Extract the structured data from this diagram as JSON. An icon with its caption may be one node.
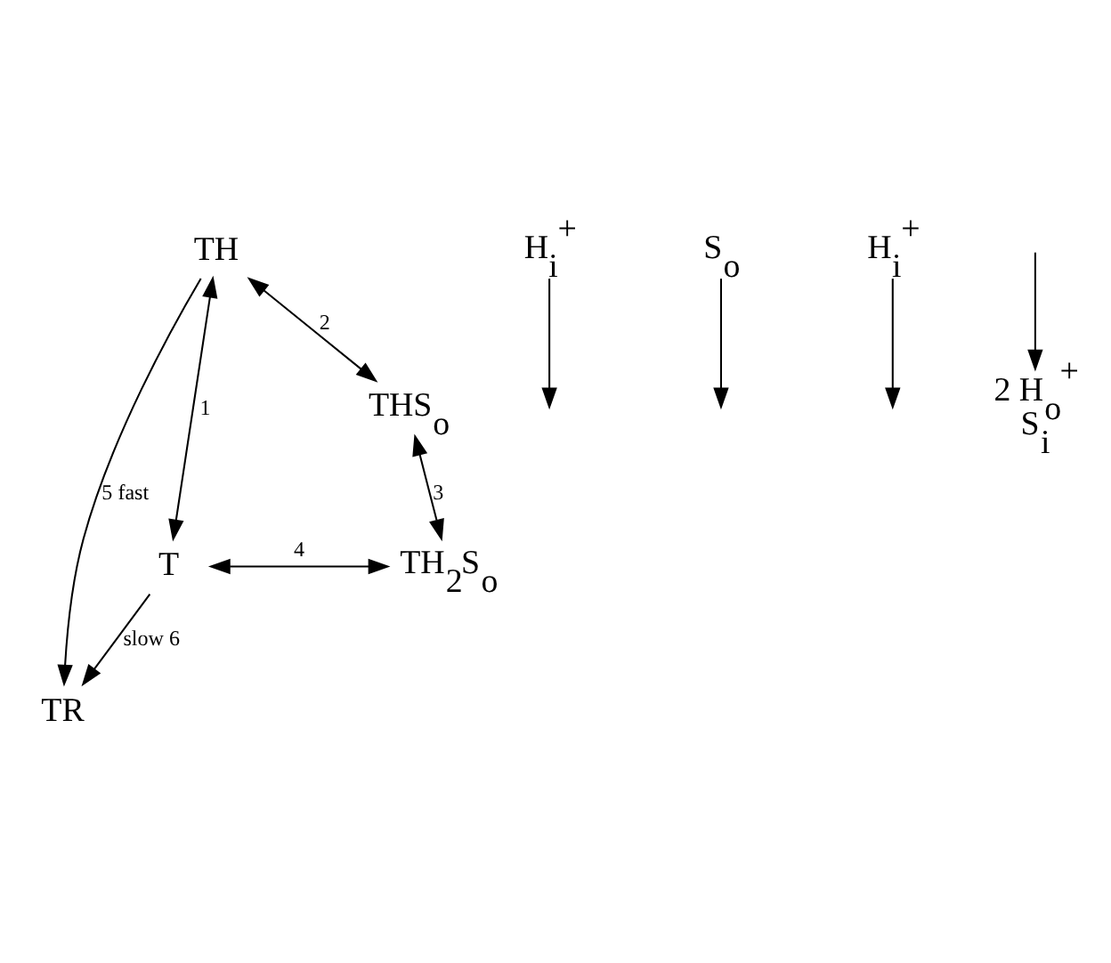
{
  "diagram": {
    "nodes": [
      {
        "text": [
          "TH"
        ]
      },
      {
        "text": [
          "H$_{i}$$^{+}$"
        ]
      },
      {
        "text": [
          "S$_{o}$"
        ]
      },
      {
        "text": [
          "THS$_{o}$"
        ]
      },
      {
        "text": [
          "TR"
        ]
      },
      {
        "text": [
          "H$_{i}$$^{+}$"
        ]
      },
      {
        "text": [
          "T"
        ]
      },
      {
        "text": [
          "TH$_{2}$S$_{o}$"
        ]
      },
      {
        "text": [
          "2 H$_{o}$$^{+}$",
          "S$_{i}$"
        ]
      }
    ],
    "edges": [
      {
        "from": 6,
        "to": 0,
        "arrow": "both",
        "label": "1"
      },
      {
        "from": 0,
        "to": 4,
        "arrow": "to",
        "label": "5 fast"
      },
      {
        "from": 0,
        "to": 3,
        "arrow": "both",
        "label": "2"
      },
      {
        "from": 3,
        "to": 7,
        "arrow": "both",
        "label": "3"
      },
      {
        "from": 6,
        "to": 7,
        "arrow": "both",
        "label": "4"
      },
      {
        "from": 6,
        "to": 4,
        "arrow": "to",
        "label": "slow 6"
      },
      {
        "from": 1,
        "to": null,
        "arrow": "to"
      },
      {
        "from": 2,
        "to": null,
        "arrow": "to"
      },
      {
        "from": 5,
        "to": null,
        "arrow": "to"
      },
      {
        "from": null,
        "to": 8,
        "arrow": "to"
      }
    ]
  }
}
